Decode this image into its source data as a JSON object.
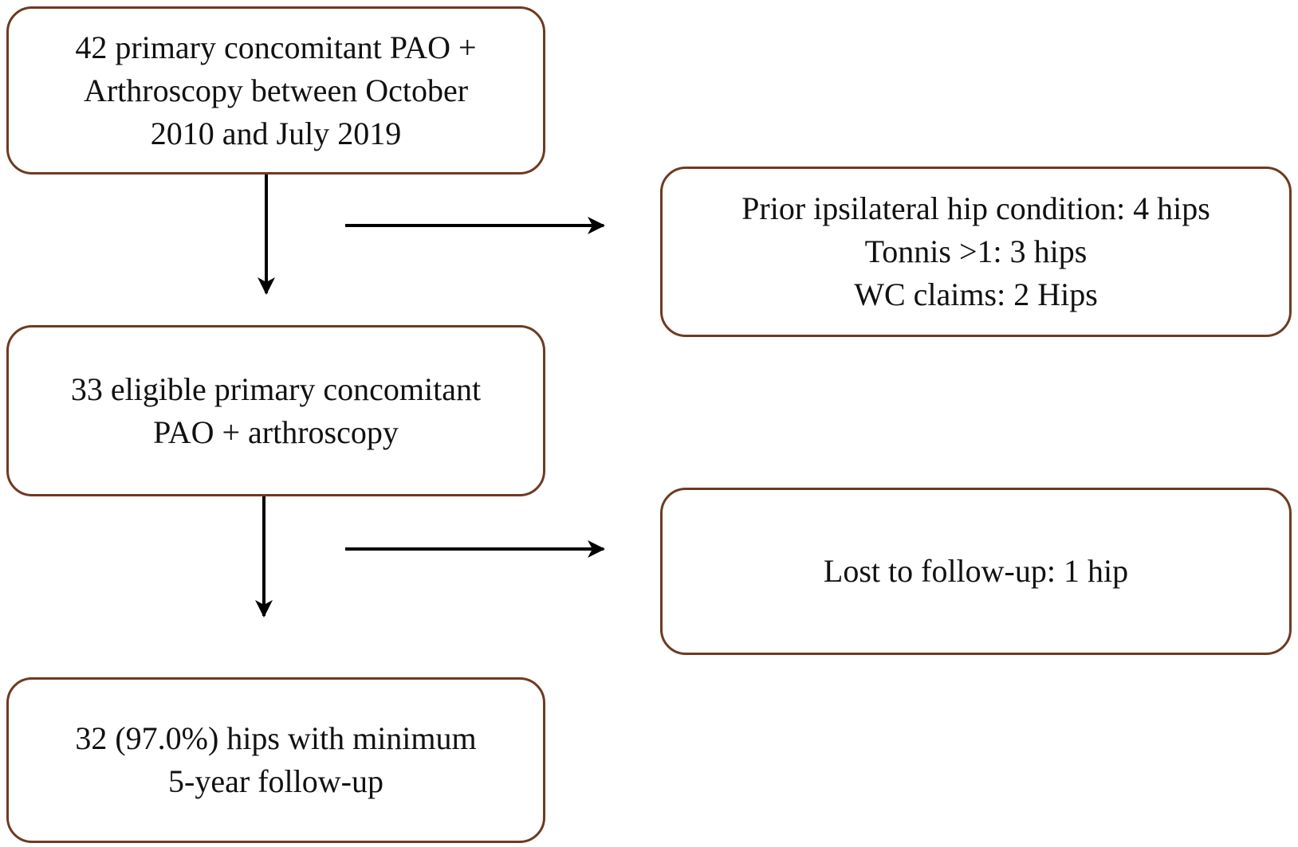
{
  "diagram": {
    "start_box": {
      "lines": [
        "42 primary concomitant PAO +",
        "Arthroscopy between October",
        "2010 and July 2019"
      ]
    },
    "exclusion_box_1": {
      "lines": [
        "Prior ipsilateral hip condition: 4 hips",
        "Tonnis >1: 3 hips",
        "WC claims: 2 Hips"
      ]
    },
    "eligible_box": {
      "lines": [
        "33 eligible primary concomitant",
        "PAO + arthroscopy"
      ]
    },
    "exclusion_box_2": {
      "lines": [
        "Lost to follow-up: 1 hip"
      ]
    },
    "final_box": {
      "lines": [
        "32 (97.0%) hips with minimum",
        "5-year follow-up"
      ]
    },
    "colors": {
      "box_border": "#6e3a22",
      "arrow": "#000000",
      "text": "#111111"
    }
  }
}
